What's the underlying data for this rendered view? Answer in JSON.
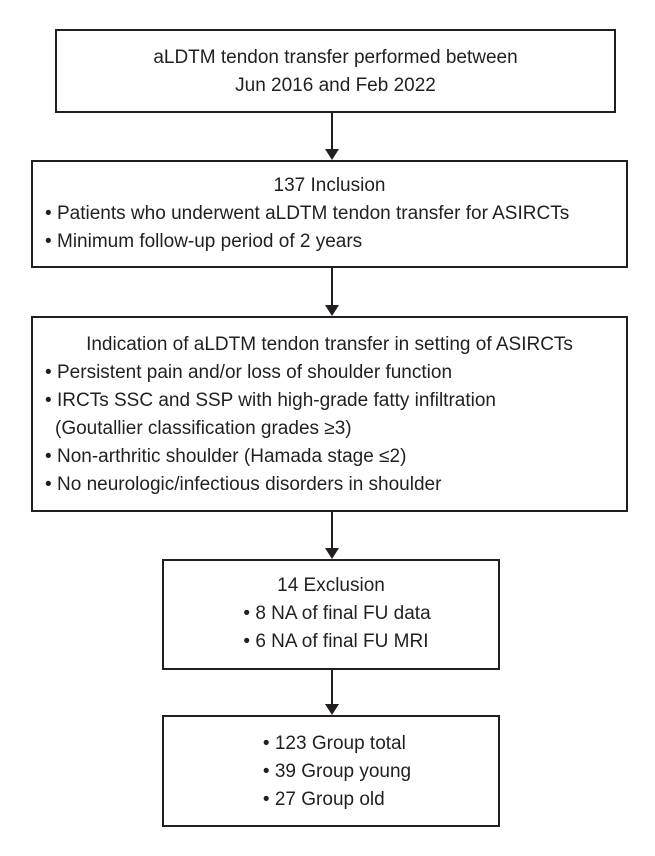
{
  "flowchart": {
    "bullet_glyph": "•",
    "colors": {
      "line": "#231f20",
      "text": "#231f20",
      "background": "#ffffff"
    },
    "boxes": [
      {
        "name": "surgery-period",
        "lines": [
          "aLDTM tendon transfer performed between",
          "Jun 2016 and Feb 2022"
        ]
      },
      {
        "name": "inclusion",
        "header": "137 Inclusion",
        "bullets": [
          "Patients who underwent aLDTM tendon transfer for ASIRCTs",
          "Minimum follow-up period of 2 years"
        ]
      },
      {
        "name": "indication",
        "header": "Indication of aLDTM tendon transfer in setting of ASIRCTs",
        "bullets": [
          "Persistent pain and/or loss of shoulder function",
          "IRCTs SSC and SSP with high-grade fatty infiltration",
          "Non-arthritic shoulder (Hamada stage ≤2)",
          "No neurologic/infectious disorders in shoulder"
        ],
        "bullet2_continuation": "(Goutallier classification grades ≥3)"
      },
      {
        "name": "exclusion",
        "header": "14 Exclusion",
        "bullets": [
          "8 NA of final FU data",
          "6 NA of final FU MRI"
        ]
      },
      {
        "name": "groups",
        "bullets": [
          "123 Group total",
          "39 Group young",
          "27 Group old"
        ]
      }
    ]
  }
}
